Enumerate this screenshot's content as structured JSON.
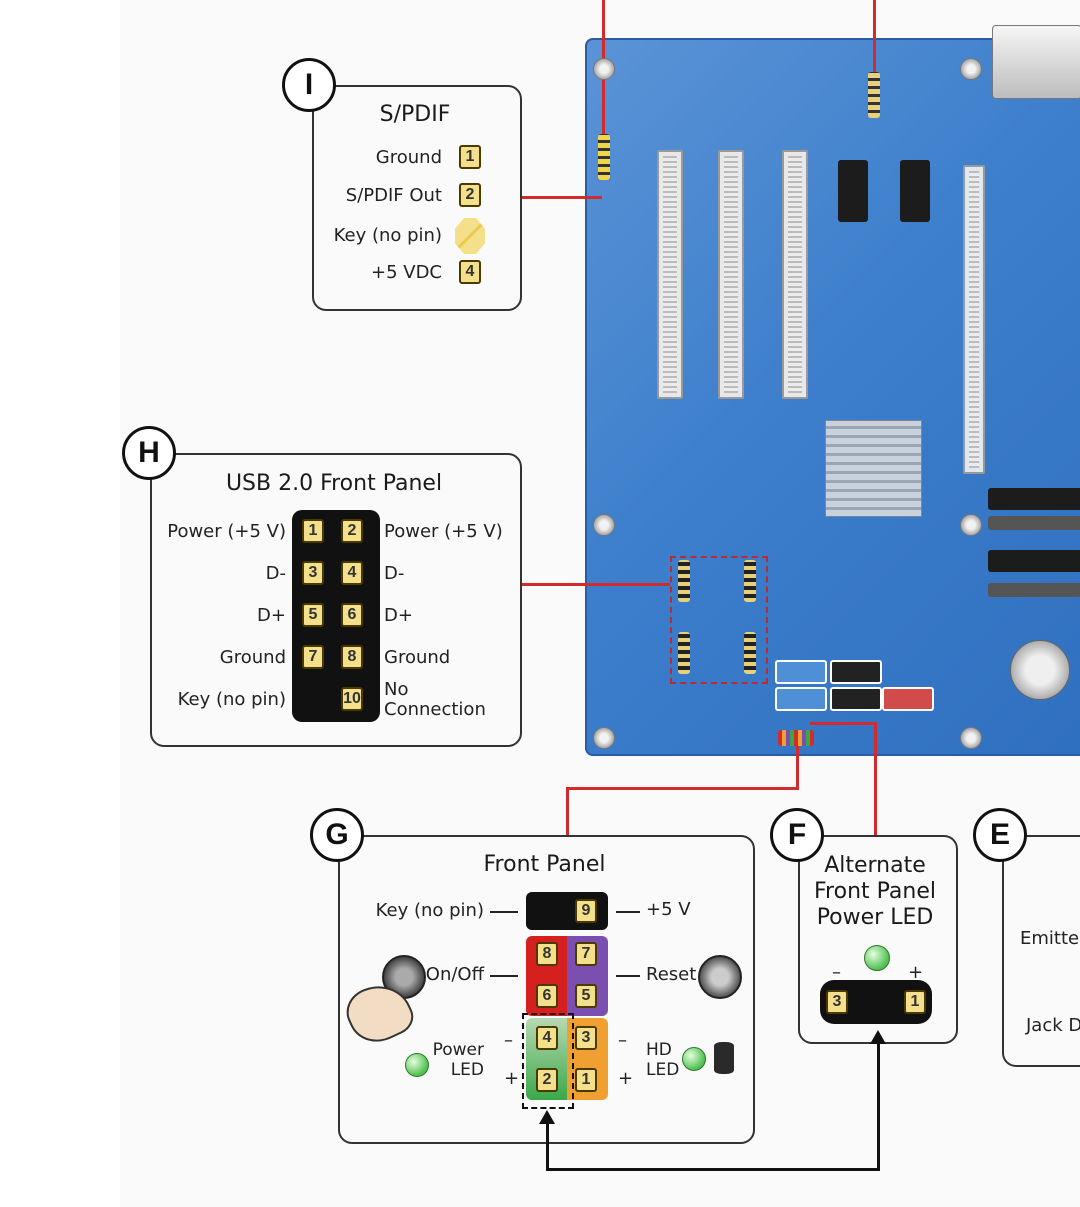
{
  "badges": {
    "i": "I",
    "h": "H",
    "g": "G",
    "f": "F",
    "e": "E"
  },
  "spdif": {
    "title": "S/PDIF",
    "pins": [
      {
        "label": "Ground",
        "pin": "1"
      },
      {
        "label": "S/PDIF Out",
        "pin": "2"
      },
      {
        "label": "Key (no pin)",
        "pin": ""
      },
      {
        "label": "+5 VDC",
        "pin": "4"
      }
    ]
  },
  "usb": {
    "title": "USB 2.0 Front Panel",
    "rows": [
      {
        "left": "Power (+5 V)",
        "p1": "1",
        "p2": "2",
        "right": "Power (+5 V)"
      },
      {
        "left": "D-",
        "p1": "3",
        "p2": "4",
        "right": "D-"
      },
      {
        "left": "D+",
        "p1": "5",
        "p2": "6",
        "right": "D+"
      },
      {
        "left": "Ground",
        "p1": "7",
        "p2": "8",
        "right": "Ground"
      },
      {
        "left": "Key (no pin)",
        "p1": "",
        "p2": "10",
        "right": "No Connection"
      }
    ]
  },
  "front_panel": {
    "title": "Front Panel",
    "key_label": "Key (no pin)",
    "vcc_label": "+5 V",
    "onoff_label": "On/Off",
    "reset_label": "Reset",
    "power_led_label": "Power LED",
    "hd_led_label": "HD LED",
    "minus": "–",
    "plus": "+",
    "pins": [
      "9",
      "8",
      "7",
      "6",
      "5",
      "4",
      "3",
      "2",
      "1"
    ],
    "colors": {
      "onoff": "#d61f1f",
      "reset": "#7a4fb0",
      "power_led": "#3aa84a",
      "hd_led": "#f0a030",
      "key": "#111111"
    }
  },
  "alt_led": {
    "title": "Alternate Front Panel Power LED",
    "minus": "–",
    "plus": "+",
    "pin_left": "3",
    "pin_right": "1"
  },
  "panel_e": {
    "line1": "Emitte",
    "line2": "Jack D"
  },
  "colors": {
    "wire": "#d12b2b",
    "board": "#3d7fcc",
    "pin_fill": "#f4e08a"
  }
}
